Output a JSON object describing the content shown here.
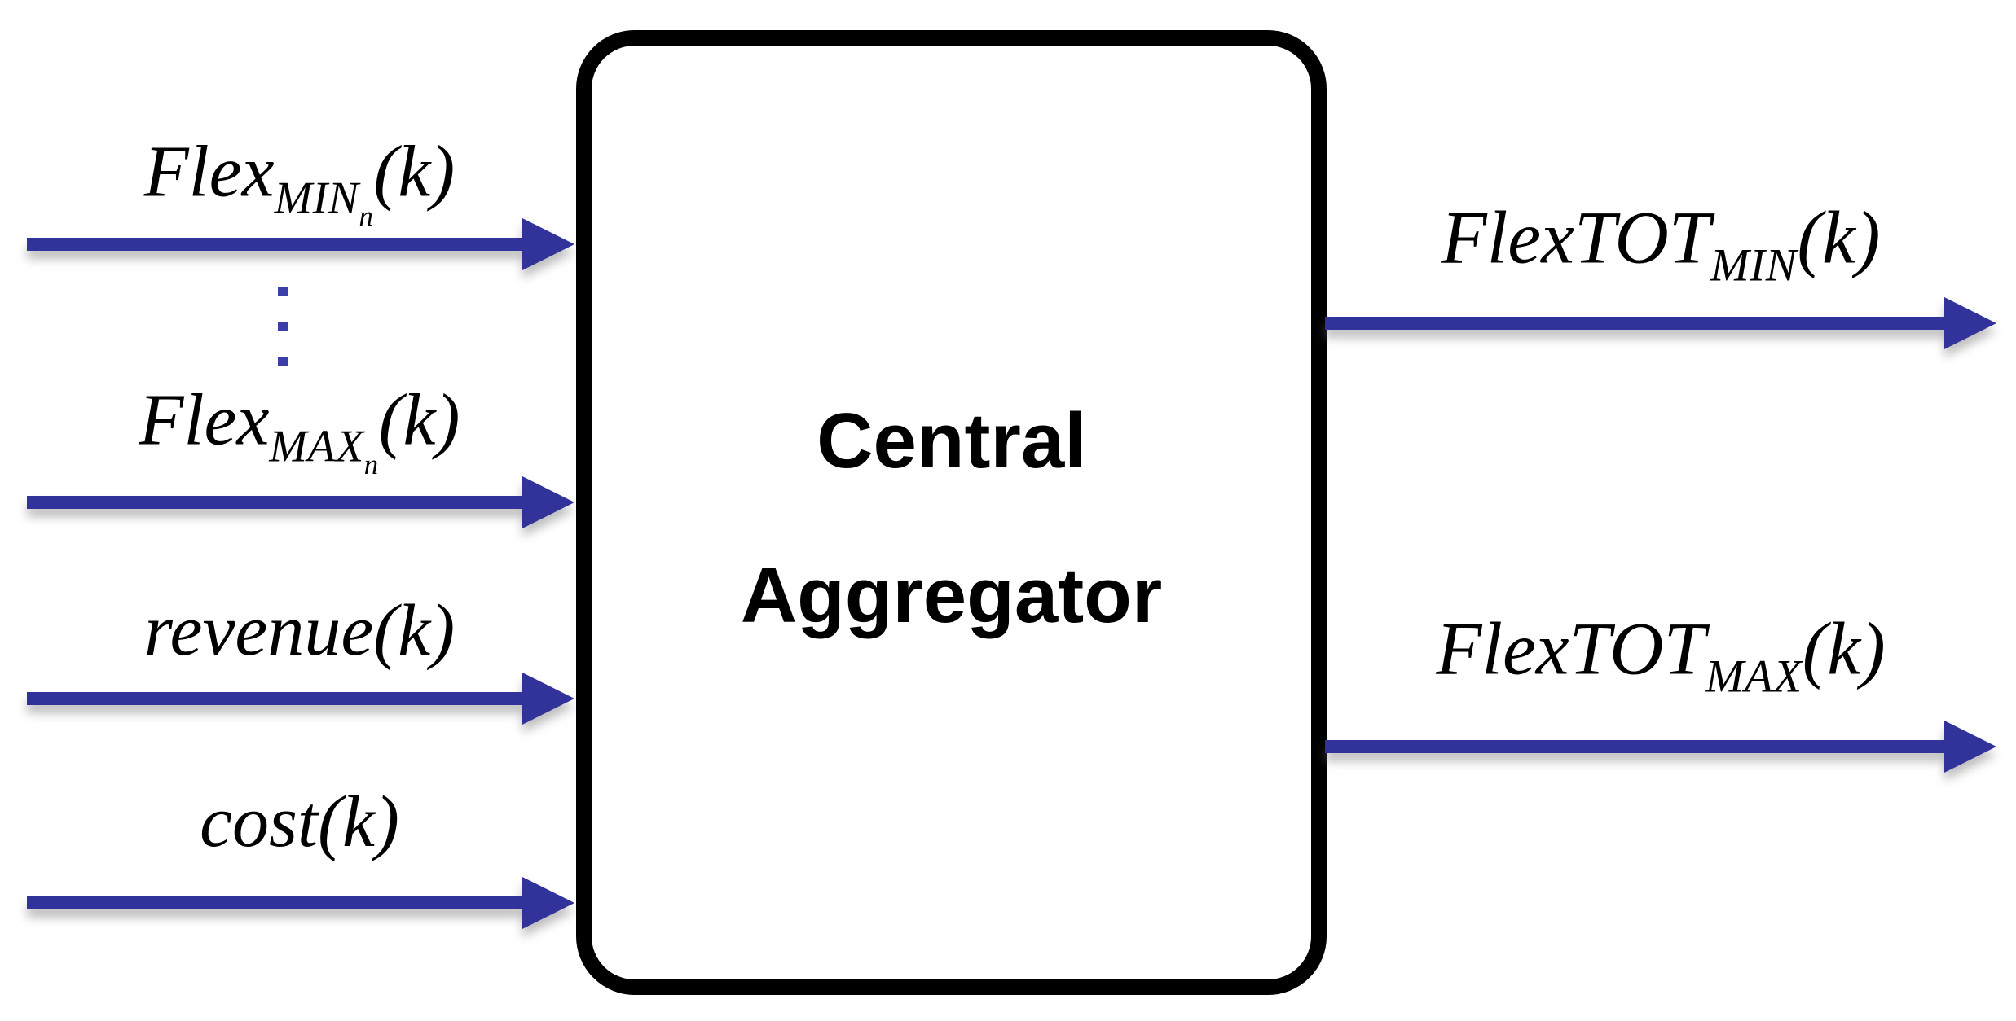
{
  "diagram": {
    "box": {
      "title_line1": "Central",
      "title_line2": "Aggregator"
    },
    "inputs": [
      {
        "base": "Flex",
        "sub": "MIN",
        "subsub": "n",
        "suffix": "(k)"
      },
      {
        "base": "Flex",
        "sub": "MAX",
        "subsub": "n",
        "suffix": "(k)"
      },
      {
        "base": "revenue",
        "suffix": "(k)"
      },
      {
        "base": "cost",
        "suffix": "(k)"
      }
    ],
    "outputs": [
      {
        "base": "FlexTOT",
        "sub": "MIN",
        "suffix": "(k)"
      },
      {
        "base": "FlexTOT",
        "sub": "MAX",
        "suffix": "(k)"
      }
    ],
    "ellipsis_between_inputs": "⋮"
  },
  "colors": {
    "arrow": "#32329b",
    "dots": "#3a40a8",
    "box_border": "#000000",
    "text": "#000000",
    "background": "#ffffff"
  }
}
